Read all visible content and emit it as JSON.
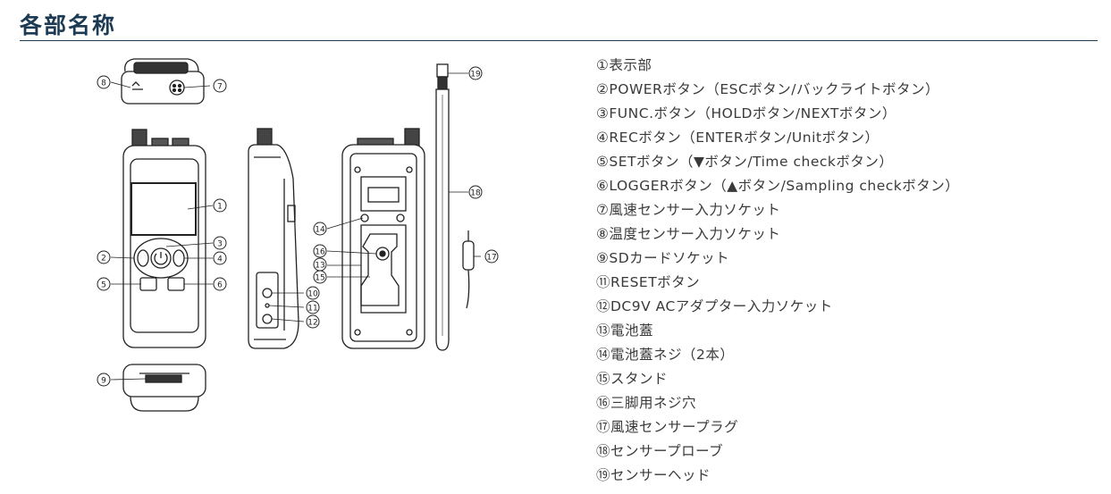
{
  "page_title": "各部名称",
  "parts": [
    "①表示部",
    "②POWERボタン（ESCボタン/バックライトボタン）",
    "③FUNC.ボタン（HOLDボタン/NEXTボタン）",
    "④RECボタン（ENTERボタン/Unitボタン）",
    "⑤SETボタン（▼ボタン/Time checkボタン）",
    "⑥LOGGERボタン（▲ボタン/Sampling checkボタン）",
    "⑦風速センサー入力ソケット",
    "⑧温度センサー入力ソケット",
    "⑨SDカードソケット",
    "⑪RESETボタン",
    "⑫DC9V ACアダプター入力ソケット",
    "⑬電池蓋",
    "⑭電池蓋ネジ（2本）",
    "⑮スタンド",
    "⑯三脚用ネジ穴",
    "⑰風速センサープラグ",
    "⑱センサープローブ",
    "⑲センサーヘッド"
  ],
  "callouts": [
    "①",
    "②",
    "③",
    "④",
    "⑤",
    "⑥",
    "⑦",
    "⑧",
    "⑨",
    "⑩",
    "⑪",
    "⑫",
    "⑬",
    "⑭",
    "⑮",
    "⑯",
    "⑰",
    "⑱",
    "⑲"
  ]
}
